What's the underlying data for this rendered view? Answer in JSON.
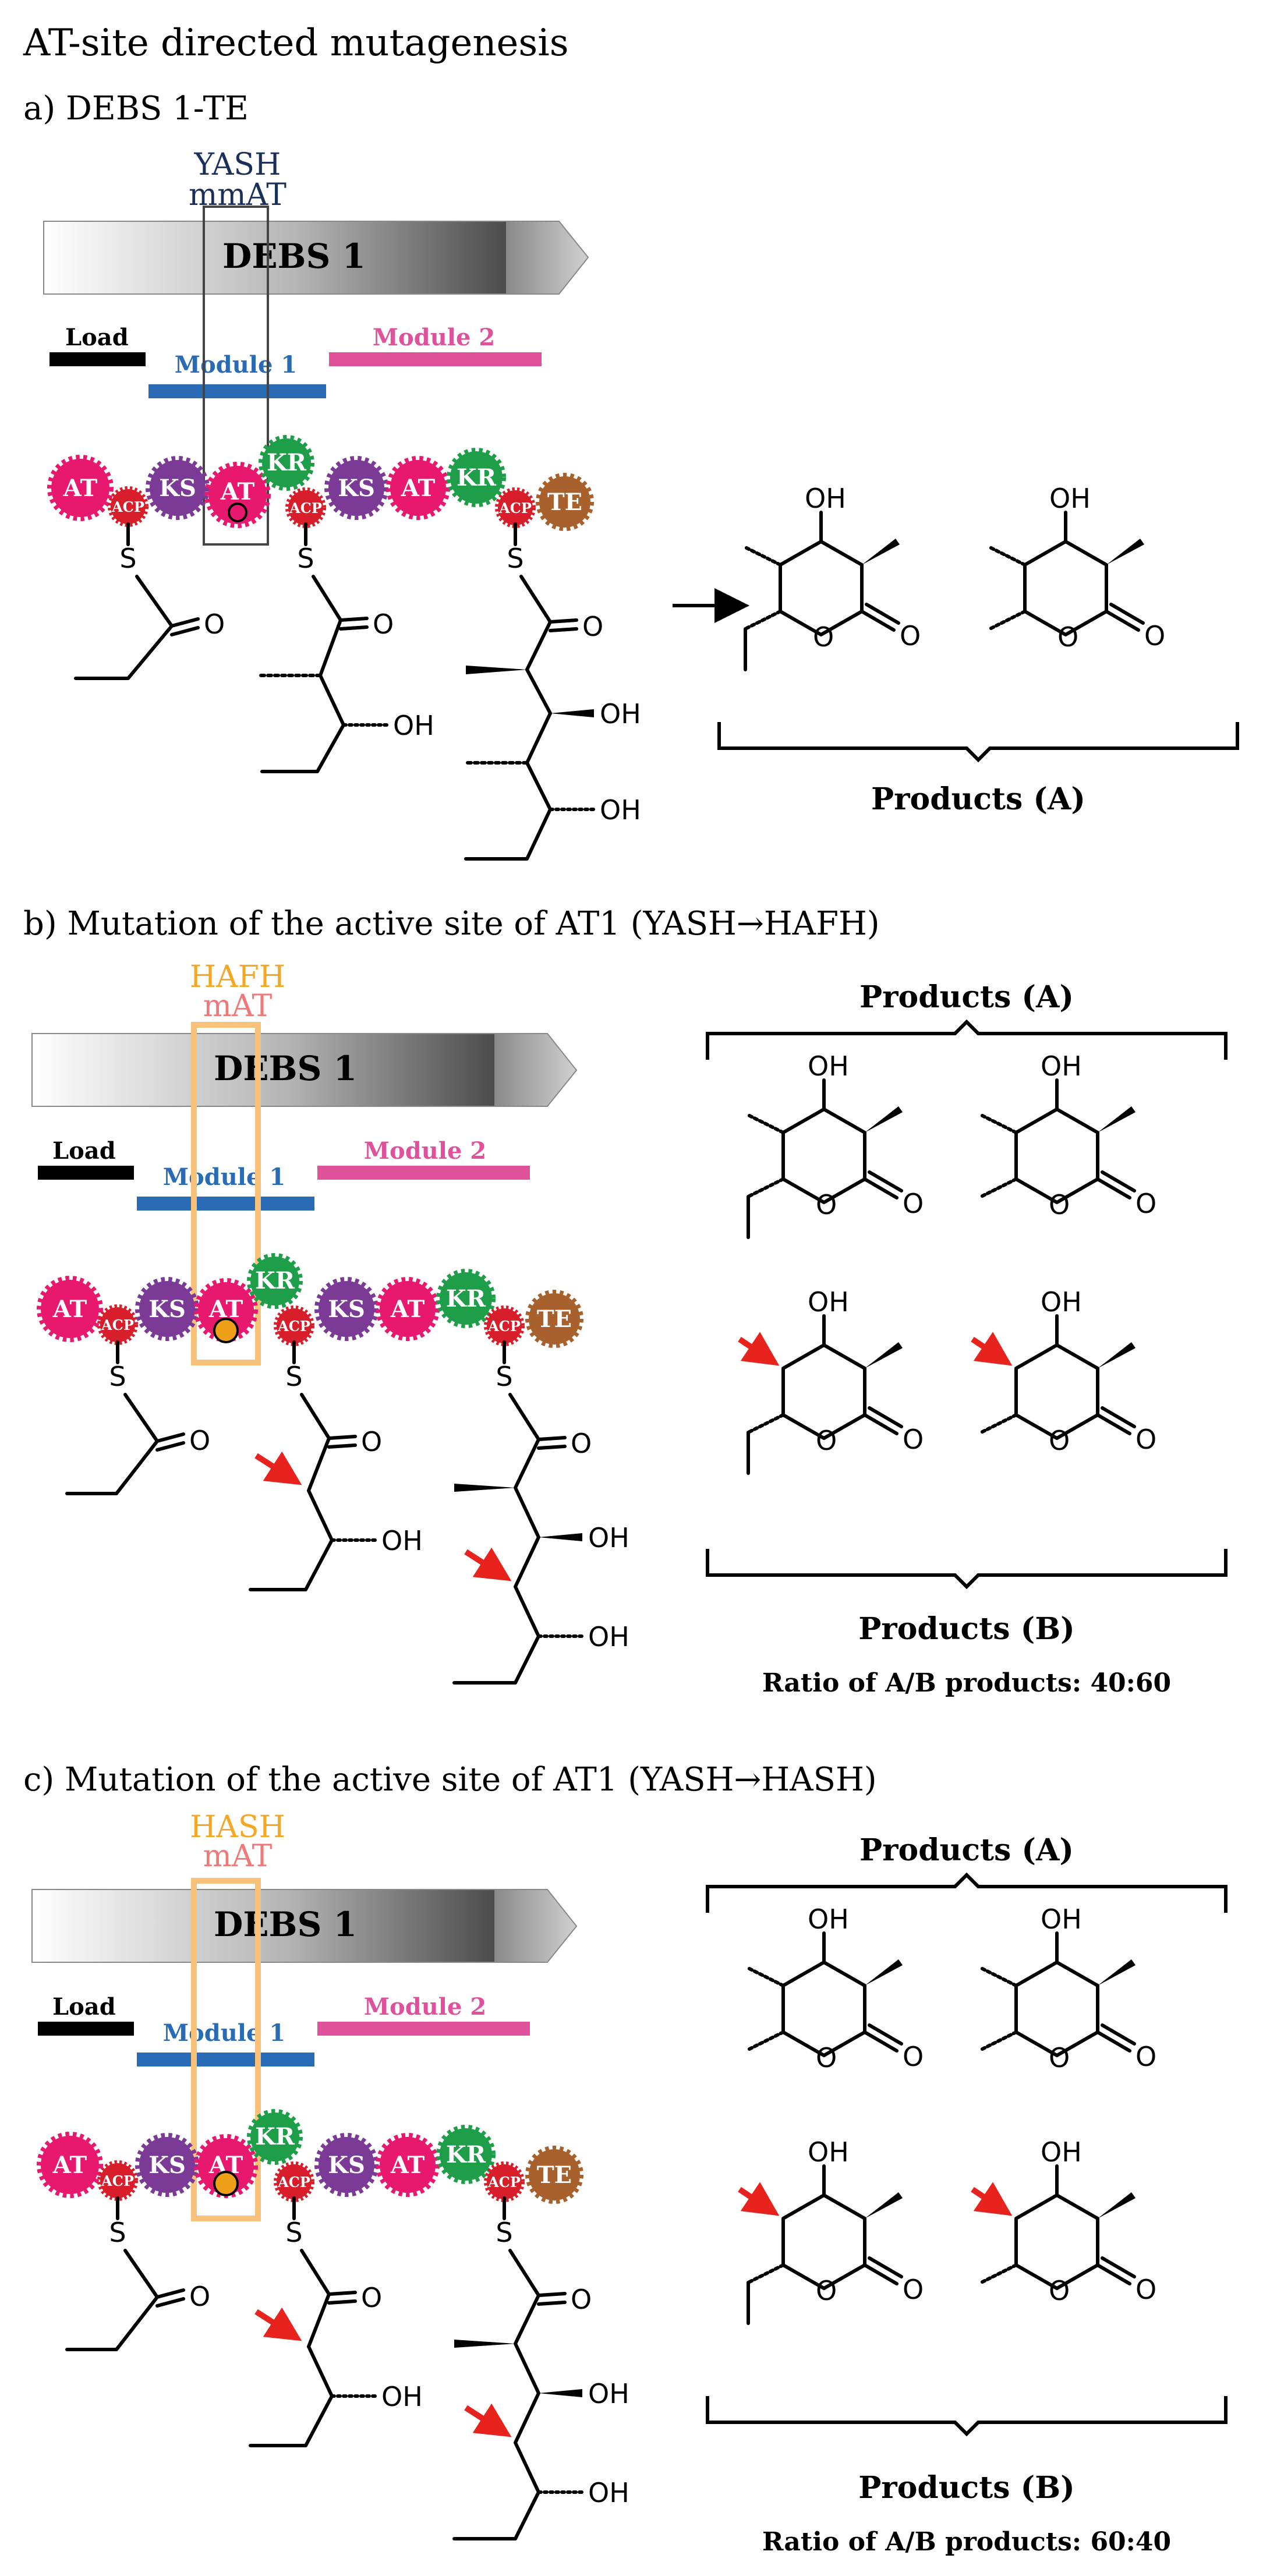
{
  "title": "AT-site directed mutagenesis",
  "colors": {
    "AT": "#e8186e",
    "KS": "#7a3a96",
    "KR": "#1f9e4a",
    "ACP": "#d81e2a",
    "TE": "#a8602c",
    "load": "#000000",
    "module1": "#2a6bb5",
    "module2": "#e0519b",
    "mutation_label": "#f5a623",
    "mutant_at": "#f07878",
    "arrow": "#e8221c"
  },
  "sections": [
    {
      "heading": "a) DEBS 1-TE",
      "motif": "YASH",
      "at_type": "mmAT",
      "gene": "DEBS 1",
      "load_label": "Load",
      "module1_label": "Module 1",
      "module2_label": "Module 2",
      "domains": [
        "AT",
        "ACP",
        "KS",
        "AT",
        "KR",
        "ACP",
        "KS",
        "AT",
        "KR",
        "ACP",
        "TE"
      ],
      "products_a_label": "Products (A)"
    },
    {
      "heading": "b) Mutation of the active site of AT1 (YASH→HAFH)",
      "motif": "HAFH",
      "at_type": "mAT",
      "gene": "DEBS 1",
      "load_label": "Load",
      "module1_label": "Module 1",
      "module2_label": "Module 2",
      "products_a_label": "Products (A)",
      "products_b_label": "Products (B)",
      "ratio": "Ratio of A/B products: 40:60"
    },
    {
      "heading": "c) Mutation of the active site of AT1 (YASH→HASH)",
      "motif": "HASH",
      "at_type": "mAT",
      "gene": "DEBS 1",
      "load_label": "Load",
      "module1_label": "Module 1",
      "module2_label": "Module 2",
      "products_a_label": "Products (A)",
      "products_b_label": "Products (B)",
      "ratio": "Ratio of A/B products: 60:40"
    }
  ],
  "atoms": {
    "O": "O",
    "OH": "OH",
    "S": "S"
  }
}
